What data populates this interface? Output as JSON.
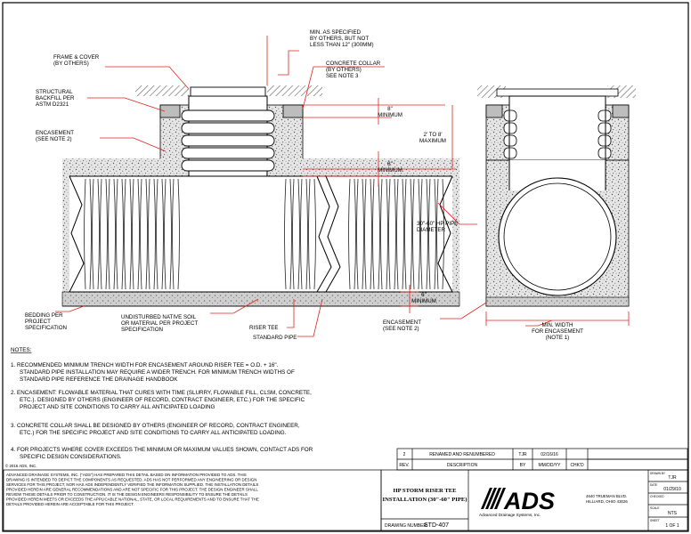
{
  "labels": {
    "frame_cover": [
      "FRAME & COVER",
      "(BY OTHERS)"
    ],
    "structural_backfill": [
      "STRUCTURAL",
      "BACKFILL PER",
      "ASTM D2321"
    ],
    "encasement_left": [
      "ENCASEMENT",
      "(SEE NOTE 2)"
    ],
    "min_specified": [
      "MIN. AS SPECIFIED",
      "BY OTHERS, BUT NOT",
      "LESS THAN 12\" (300MM)"
    ],
    "concrete_collar": [
      "CONCRETE COLLAR",
      "(BY OTHERS)",
      "SEE NOTE 3"
    ],
    "dim_8_min_top": [
      "8\"",
      "MINIMUM"
    ],
    "dim_2_to_8": [
      "2' TO 8'",
      "MAXIMUM"
    ],
    "dim_8_min_mid": [
      "8\"",
      "MINIMUM"
    ],
    "pipe_diameter": [
      "30\"-60\" HP PIPE",
      "DIAMETER"
    ],
    "dim_6_min": [
      "6\"",
      "MINIMUM"
    ],
    "bedding": [
      "BEDDING PER",
      "PROJECT",
      "SPECIFICATION"
    ],
    "native_soil": [
      "UNDISTURBED NATIVE SOIL",
      "OR MATERIAL PER PROJECT",
      "SPECIFICATION"
    ],
    "riser_tee": "RISER TEE",
    "standard_pipe": "STANDARD PIPE",
    "encasement_right": [
      "ENCASEMENT",
      "(SEE NOTE 2)"
    ],
    "min_width": [
      "MIN. WIDTH",
      "FOR ENCASEMENT",
      "(NOTE 1)"
    ]
  },
  "notes": {
    "heading": "NOTES:",
    "items": [
      [
        "1.  RECOMMENDED MINIMUM TRENCH WIDTH FOR ENCASEMENT AROUND RISER TEE = O.D. + 16\".",
        "STANDARD PIPE INSTALLATION MAY REQUIRE A WIDER TRENCH. FOR MINIMUM TRENCH WIDTHS OF",
        "STANDARD PIPE REFERENCE THE DRAINAGE HANDBOOK"
      ],
      [
        "2.  ENCASEMENT: FLOWABLE MATERIAL THAT CURES WITH TIME (SLURRY, FLOWABLE FILL, CLSM, CONCRETE,",
        "ETC.). DESIGNED BY OTHERS (ENGINEER OF RECORD, CONTRACT ENGINEER, ETC.) FOR THE SPECIFIC",
        "PROJECT AND SITE CONDITIONS TO CARRY ALL ANTICIPATED LOADING"
      ],
      [
        "3.  CONCRETE COLLAR SHALL BE DESIGNED BY OTHERS (ENGINEER OF RECORD, CONTRACT ENGINEER,",
        "ETC.) FOR THE SPECIFIC PROJECT AND SITE CONDITIONS TO CARRY ALL ANTICIPATED LOADING."
      ],
      [
        "4.  FOR PROJECTS WHERE COVER EXCEEDS THE MINIMUM OR MAXIMUM VALUES SHOWN, CONTACT ADS FOR",
        "SPECIFIC DESIGN CONSIDERATIONS."
      ]
    ]
  },
  "disclaimer": {
    "copyright": "© 2016 ADS, INC.",
    "lines": [
      "ADVANCED DRAINAGE SYSTEMS, INC. (\"ADS\") HAS PREPARED THIS DETAIL BASED ON INFORMATION PROVIDED TO ADS.  THIS",
      "DRAWING IS INTENDED TO DEPICT THE COMPONENTS AS REQUESTED.  ADS HAS NOT PERFORMED ANY ENGINEERING OR DESIGN",
      "SERVICES FOR THIS PROJECT, NOR HAS ADS INDEPENDENTLY VERIFIED THE INFORMATION SUPPLIED.  THE INSTALLATION DETAILS",
      "PROVIDED HEREIN ARE GENERAL RECOMMENDATIONS AND ARE NOT SPECIFIC FOR THIS PROJECT.  THE DESIGN ENGINEER SHALL",
      "REVIEW THESE DETAILS PRIOR TO CONSTRUCTION.  IT IS THE DESIGN ENGINEERS RESPONSIBILITY TO ENSURE THE DETAILS",
      "PROVIDED HEREIN MEETS OR EXCEEDS THE APPLICABLE NATIONAL, STATE, OR LOCAL REQUIREMENTS AND TO ENSURE THAT THE",
      "DETAILS PROVIDED HEREIN ARE ACCEPTABLE FOR THIS PROJECT."
    ]
  },
  "revision": {
    "rev": "2",
    "description": "RENAMED AND RENUMBERED",
    "by": "TJR",
    "date": "02/16/16",
    "headers": {
      "rev": "REV.",
      "description": "DESCRIPTION",
      "by": "BY",
      "date": "MM/DD/YY",
      "chkd": "CHK'D"
    }
  },
  "title_block": {
    "title_lines": [
      "HP STORM RISER TEE",
      "INSTALLATION (30\"-60\" PIPE)"
    ],
    "drawing_number_label": "DRAWING NUMBER:",
    "drawing_number": "STD-407",
    "logo_text": "ADS",
    "company": "Advanced Drainage Systems, Inc.",
    "address": [
      "4640 TRUEMAN BLVD.",
      "HILLIARD, OHIO 43026"
    ],
    "drawn_by_label": "DRAWN BY",
    "drawn_by": "TJR",
    "date_label": "DATE",
    "date": "01/29/10",
    "checked_label": "CHECKED",
    "checked": "",
    "scale_label": "SCALE",
    "scale": "NTS",
    "sheet_label": "SHEET",
    "sheet": "1 OF 1"
  },
  "colors": {
    "leader_red": "#e0241b",
    "border": "#000000",
    "pipe_outline": "#202020",
    "soil_hatch": "#888888",
    "fill_stipple": "#d9d9d9"
  }
}
